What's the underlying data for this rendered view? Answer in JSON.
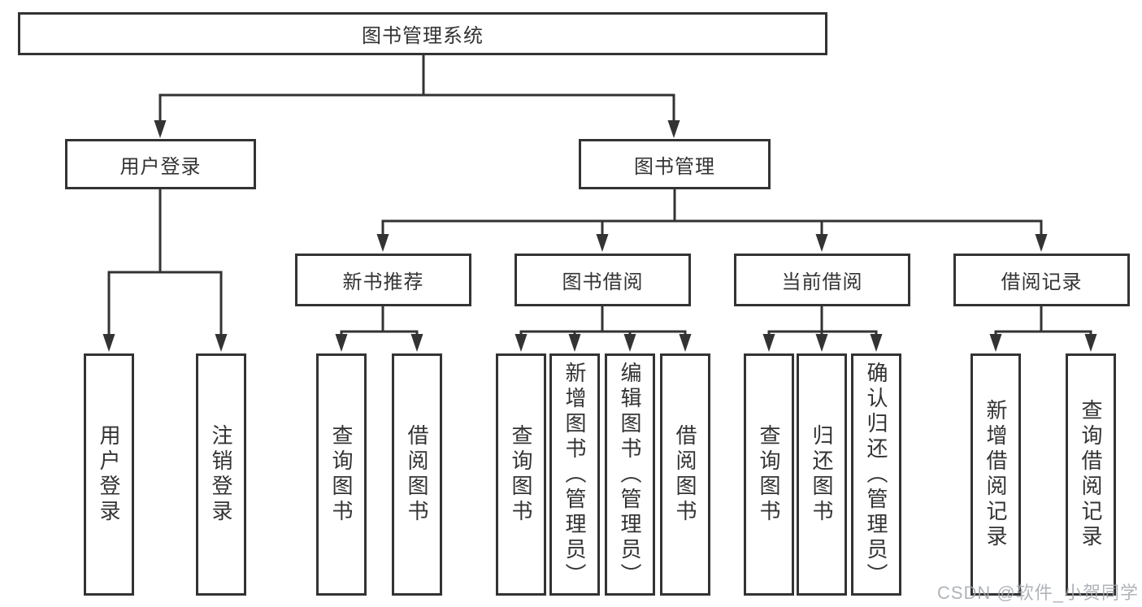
{
  "tree": {
    "label": "图书管理系统",
    "children": [
      {
        "label": "用户登录",
        "children": [
          {
            "label": "用户登录"
          },
          {
            "label": "注销登录"
          }
        ]
      },
      {
        "label": "图书管理",
        "children": [
          {
            "label": "新书推荐",
            "children": [
              {
                "label": "查询图书"
              },
              {
                "label": "借阅图书"
              }
            ]
          },
          {
            "label": "图书借阅",
            "children": [
              {
                "label": "查询图书"
              },
              {
                "label": "新增图书（管理员）"
              },
              {
                "label": "编辑图书（管理员）"
              },
              {
                "label": "借阅图书"
              }
            ]
          },
          {
            "label": "当前借阅",
            "children": [
              {
                "label": "查询图书"
              },
              {
                "label": "归还图书"
              },
              {
                "label": "确认归还（管理员）"
              }
            ]
          },
          {
            "label": "借阅记录",
            "children": [
              {
                "label": "新增借阅记录"
              },
              {
                "label": "查询借阅记录"
              }
            ]
          }
        ]
      }
    ]
  },
  "watermark": "CSDN @软件_小贺同学",
  "colors": {
    "line": "#333333",
    "text": "#333333",
    "background": "#ffffff",
    "watermark": "#a2a7ad"
  }
}
